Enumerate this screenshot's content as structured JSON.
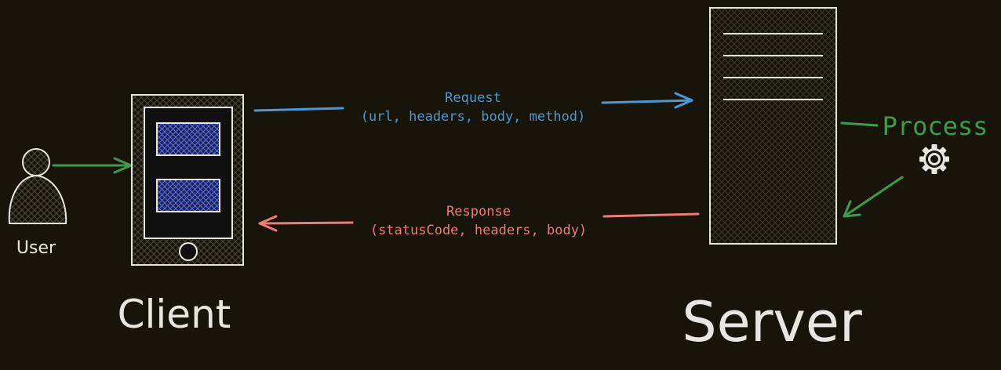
{
  "labels": {
    "user": "User",
    "client": "Client",
    "server": "Server",
    "process": "Process"
  },
  "request": {
    "title": "Request",
    "params": "(url, headers, body, method)"
  },
  "response": {
    "title": "Response",
    "params": "(statusCode, headers, body)"
  },
  "colors": {
    "background": "#17150a",
    "stroke": "#e8e6e1",
    "request": "#4a98d8",
    "response": "#f07a76",
    "process": "#3f9a4c",
    "user_arrow": "#3f9a4c",
    "screen_fill": "#101010",
    "content_block": "#2a3a8a"
  },
  "icons": {
    "user": "user-icon",
    "gear": "gear-icon",
    "client": "phone-icon",
    "server": "server-icon"
  }
}
